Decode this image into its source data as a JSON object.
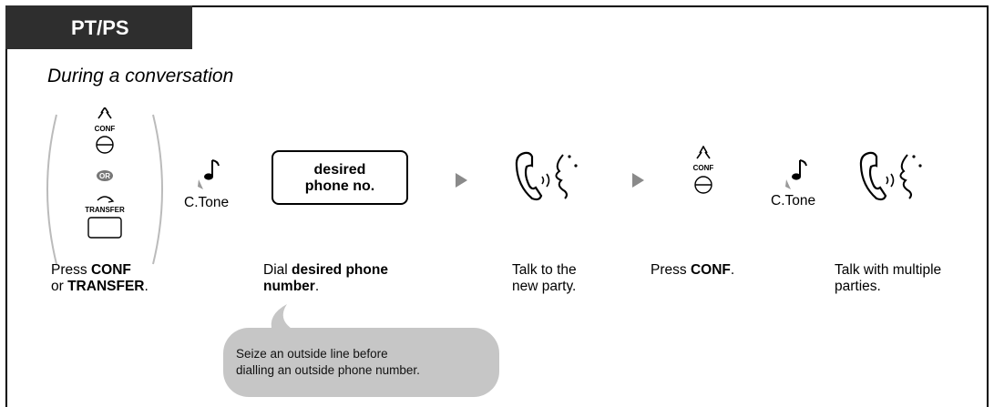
{
  "header": {
    "tab_label": "PT/PS"
  },
  "subtitle": "During a conversation",
  "buttons": {
    "conf_label": "CONF",
    "or_label": "OR",
    "transfer_label": "TRANSFER"
  },
  "tone": {
    "label_1": "C.Tone",
    "label_2": "C.Tone"
  },
  "dial_box": {
    "line1": "desired",
    "line2": "phone no."
  },
  "steps": {
    "press_conf_transfer": {
      "pre": "Press ",
      "b1": "CONF",
      "mid": "or ",
      "b2": "TRANSFER",
      "post": "."
    },
    "dial": {
      "pre": "Dial ",
      "b1": "desired phone",
      "b2": "number",
      "post": "."
    },
    "talk_new": {
      "line1": "Talk to the",
      "line2": "new party."
    },
    "press_conf": {
      "pre": "Press ",
      "b1": "CONF",
      "post": "."
    },
    "talk_multiple": {
      "line1": "Talk with multiple",
      "line2": "parties."
    }
  },
  "note": {
    "line1": "Seize an outside line before",
    "line2": "dialling an outside phone number."
  },
  "colors": {
    "tab_bg": "#2e2e2e",
    "bubble_bg": "#c6c6c6",
    "arrow": "#8a8a8a"
  },
  "icons": [
    "music-note-icon",
    "handset-talking-icon",
    "play-arrow-icon"
  ]
}
